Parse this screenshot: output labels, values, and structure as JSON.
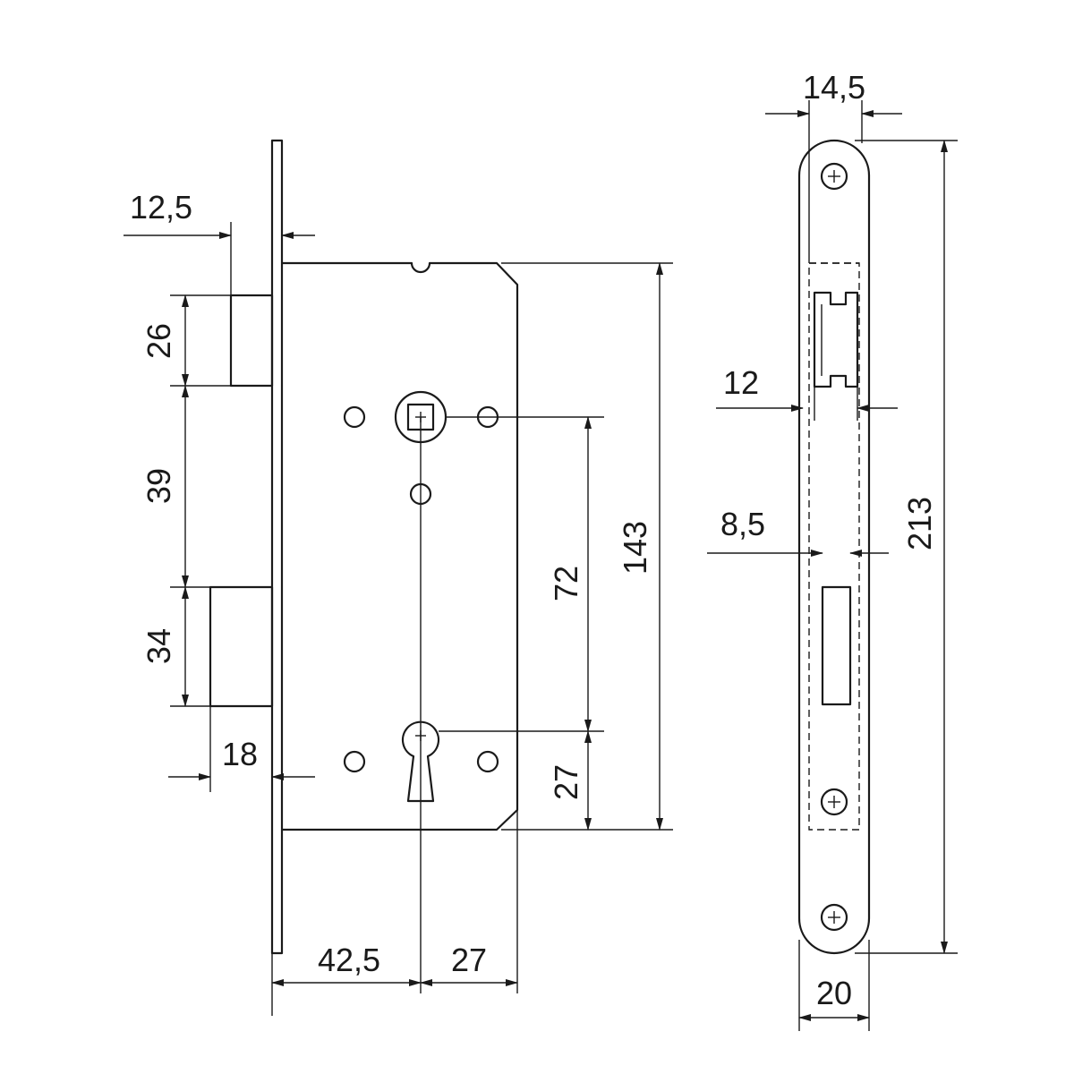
{
  "dimensions": {
    "latch_offset": "12,5",
    "latch_height": "26",
    "latch_to_bolt": "39",
    "bolt_height": "34",
    "bolt_throw": "18",
    "backset": "42,5",
    "spindle_to_edge": "27",
    "spindle_to_keyhole": "72",
    "case_height": "143",
    "keyhole_to_bottom": "27",
    "faceplate_thickness": "14,5",
    "spindle_hole_width": "12",
    "bolt_slot_width": "8,5",
    "faceplate_height": "213",
    "faceplate_width": "20"
  }
}
